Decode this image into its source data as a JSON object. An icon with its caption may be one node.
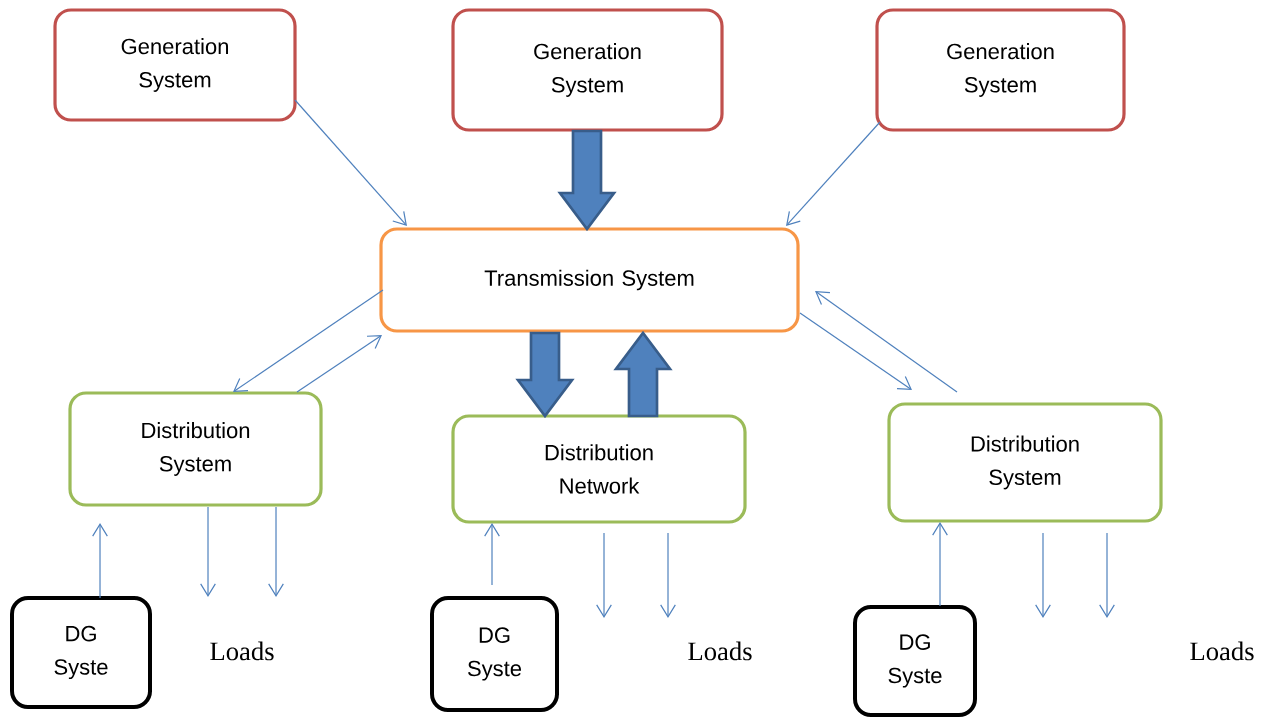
{
  "diagram": {
    "nodes": [
      {
        "text": [
          "Generation System"
        ]
      },
      {
        "text": [
          "Generation System"
        ]
      },
      {
        "text": [
          "Generation System"
        ]
      },
      {
        "text": [
          "Transmission System"
        ]
      },
      {
        "text": [
          "Distribution System"
        ]
      },
      {
        "text": [
          "Distribution Network"
        ]
      },
      {
        "text": [
          "Distribution System"
        ]
      },
      {
        "text": [
          "DG Syste"
        ]
      },
      {
        "text": [
          "DG Syste"
        ]
      },
      {
        "text": [
          "DG Syste"
        ]
      }
    ],
    "edges": [
      {
        "from": 0,
        "to": 3,
        "arrow": "to"
      },
      {
        "from": 1,
        "to": 3,
        "arrow": "to",
        "style": "thick"
      },
      {
        "from": 2,
        "to": 3,
        "arrow": "to"
      },
      {
        "from": 3,
        "to": 4,
        "arrow": "to"
      },
      {
        "from": 4,
        "to": 3,
        "arrow": "to"
      },
      {
        "from": 3,
        "to": 5,
        "arrow": "to",
        "style": "thick"
      },
      {
        "from": 5,
        "to": 3,
        "arrow": "to",
        "style": "thick"
      },
      {
        "from": 3,
        "to": 6,
        "arrow": "to"
      },
      {
        "from": 6,
        "to": 3,
        "arrow": "to"
      },
      {
        "from": 7,
        "to": 4,
        "arrow": "to"
      },
      {
        "from": 4,
        "to": null,
        "arrow": "to"
      },
      {
        "from": 4,
        "to": null,
        "arrow": "to"
      },
      {
        "from": 8,
        "to": 5,
        "arrow": "to"
      },
      {
        "from": 5,
        "to": null,
        "arrow": "to"
      },
      {
        "from": 5,
        "to": null,
        "arrow": "to"
      },
      {
        "from": 9,
        "to": 6,
        "arrow": "to"
      },
      {
        "from": 6,
        "to": null,
        "arrow": "to"
      },
      {
        "from": 6,
        "to": null,
        "arrow": "to"
      }
    ],
    "labels": [
      "Loads",
      "Loads",
      "Loads"
    ]
  }
}
